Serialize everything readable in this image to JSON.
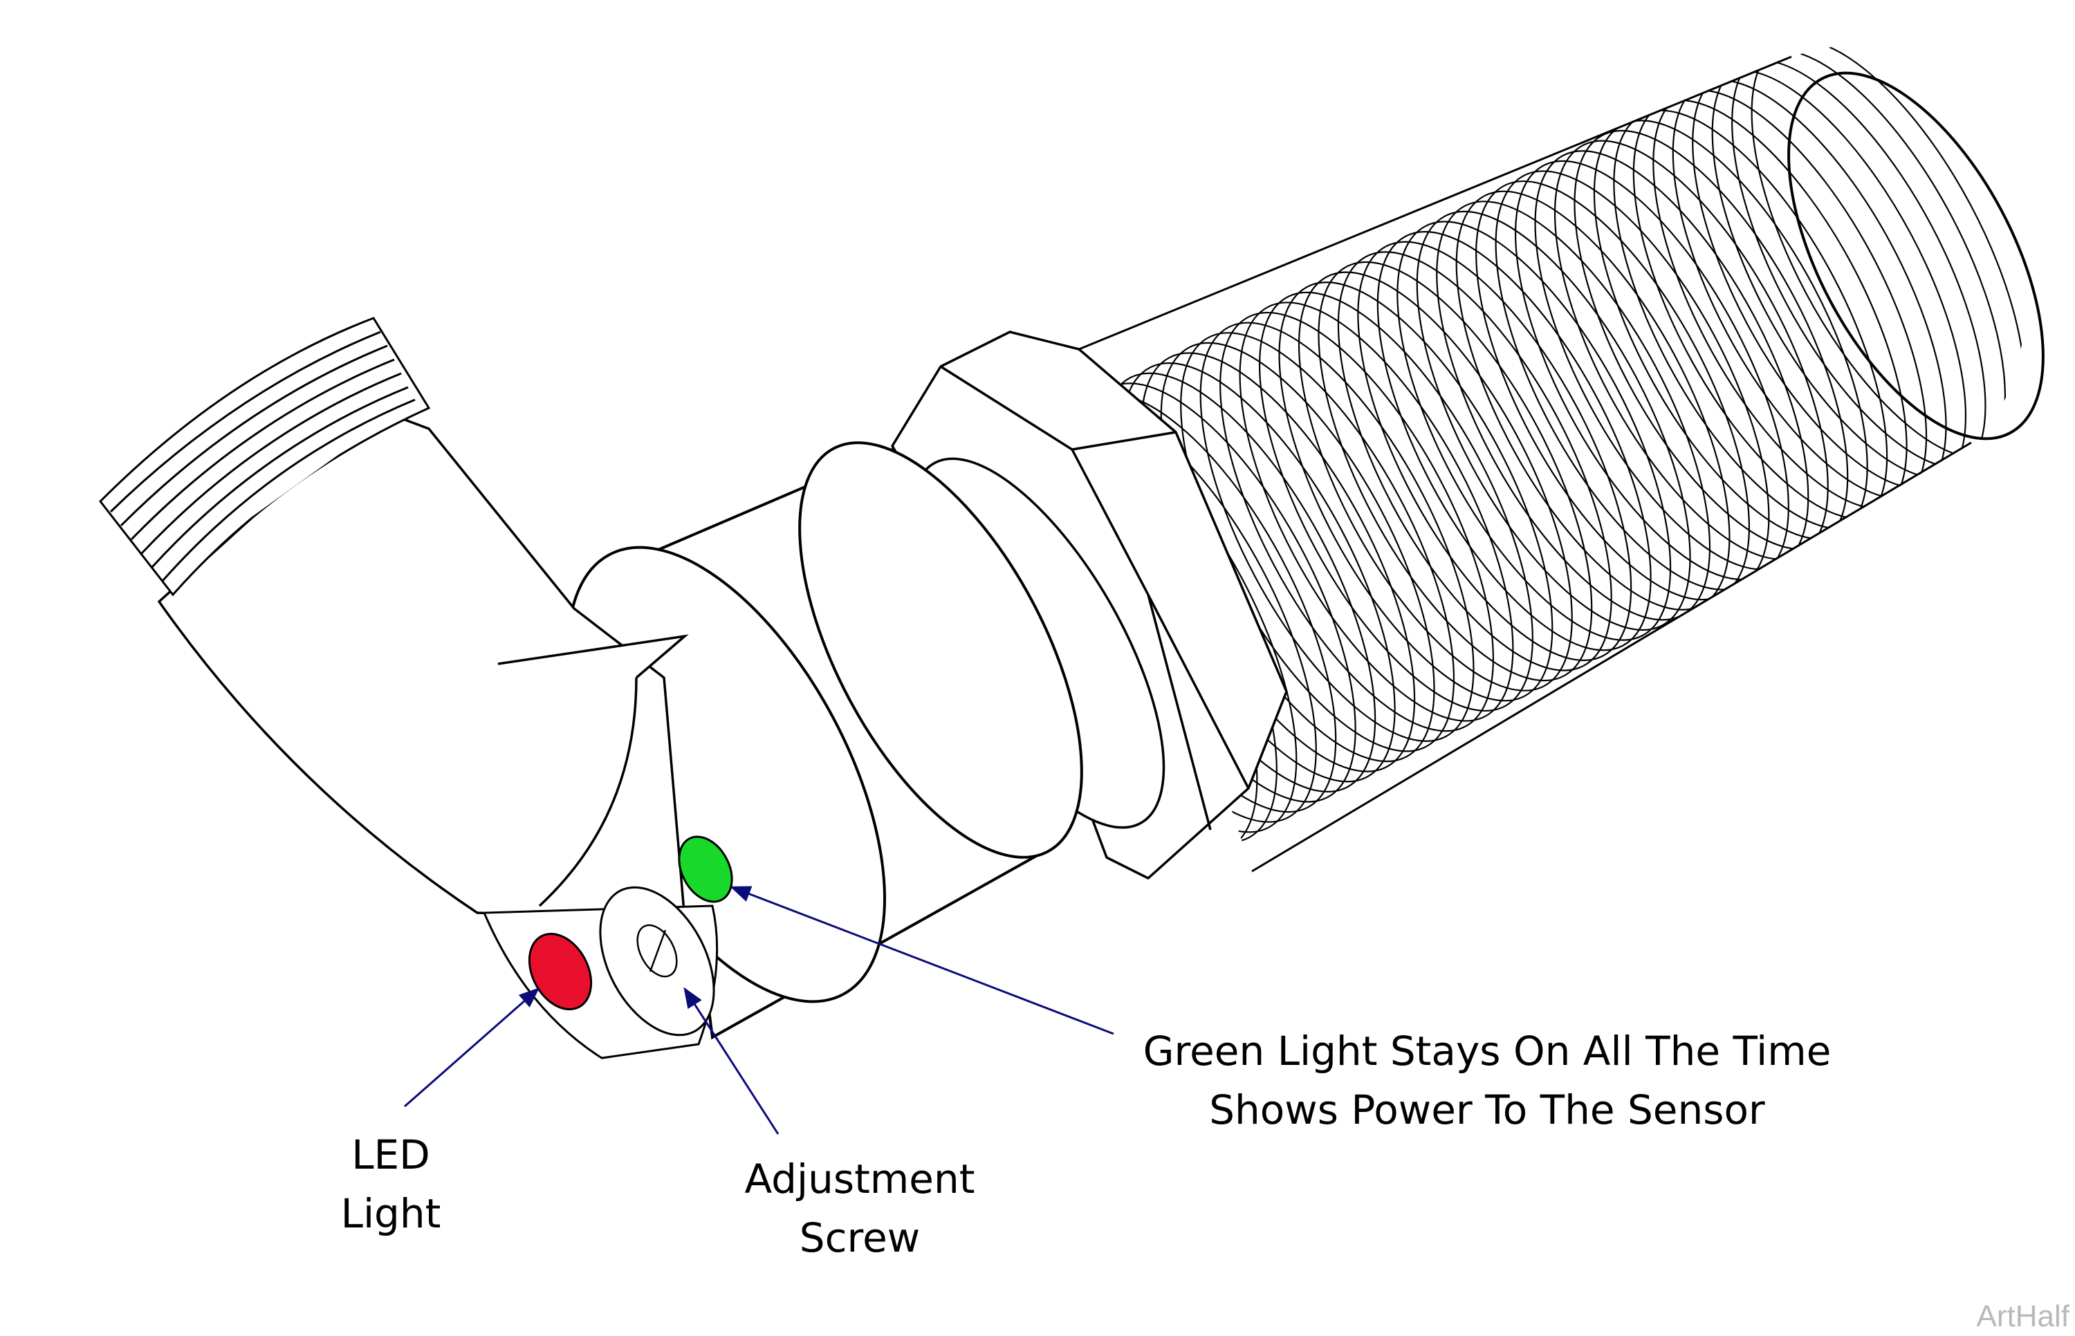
{
  "labels": {
    "led_line1": "LED",
    "led_line2": "Light",
    "adjust_line1": "Adjustment",
    "adjust_line2": "Screw",
    "green_line1": "Green Light Stays On All The Time",
    "green_line2": "Shows Power To The Sensor"
  },
  "watermark": "ArtHalf",
  "colors": {
    "led_light": "#e8102c",
    "green_light": "#18d82a",
    "leader_line": "#0b0b7a",
    "outline": "#000000"
  }
}
